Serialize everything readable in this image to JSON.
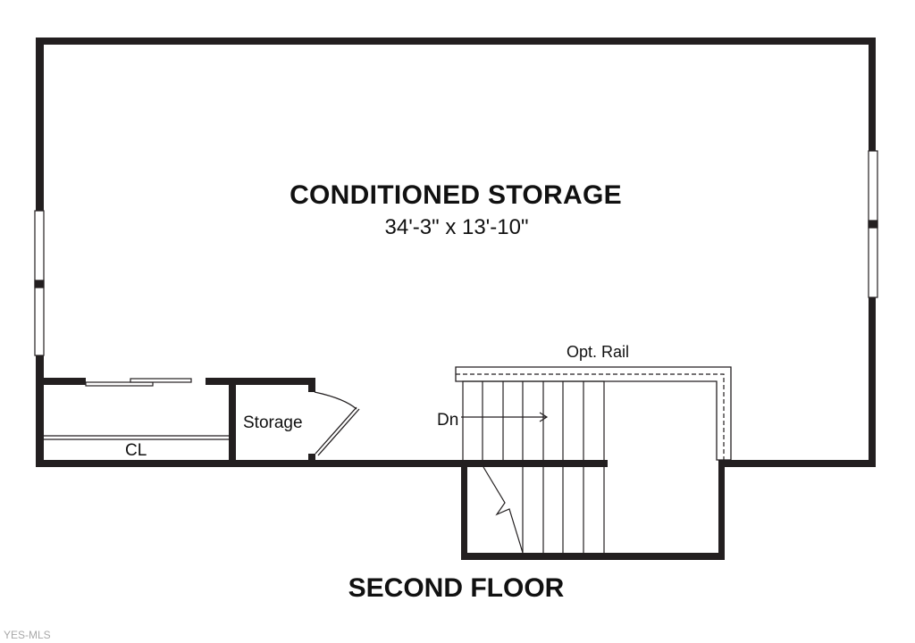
{
  "plan": {
    "main_room": {
      "name": "CONDITIONED STORAGE",
      "dimensions": "34'-3\" x 13'-10\""
    },
    "rail_label": "Opt. Rail",
    "storage_label": "Storage",
    "stair_label": "Dn",
    "closet_label": "CL",
    "floor_title": "SECOND FLOOR"
  },
  "watermark": "YES-MLS"
}
